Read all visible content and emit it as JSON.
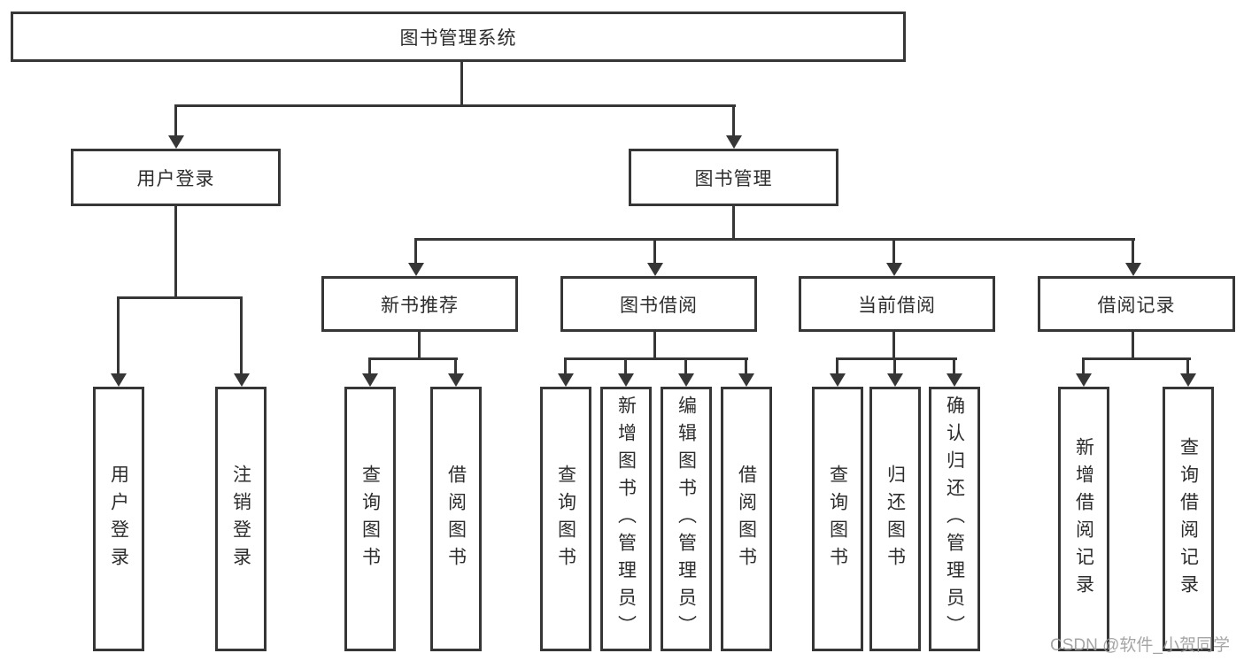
{
  "tree": {
    "root": {
      "label": "图书管理系统"
    },
    "branches": [
      {
        "label": "用户登录",
        "children": [
          {
            "label": "用户登录"
          },
          {
            "label": "注销登录"
          }
        ]
      },
      {
        "label": "图书管理",
        "groups": [
          {
            "label": "新书推荐",
            "children": [
              {
                "label": "查询图书"
              },
              {
                "label": "借阅图书"
              }
            ]
          },
          {
            "label": "图书借阅",
            "children": [
              {
                "label": "查询图书"
              },
              {
                "label": "新增图书（管理员）"
              },
              {
                "label": "编辑图书（管理员）"
              },
              {
                "label": "借阅图书"
              }
            ]
          },
          {
            "label": "当前借阅",
            "children": [
              {
                "label": "查询图书"
              },
              {
                "label": "归还图书"
              },
              {
                "label": "确认归还（管理员）"
              }
            ]
          },
          {
            "label": "借阅记录",
            "children": [
              {
                "label": "新增借阅记录"
              },
              {
                "label": "查询借阅记录"
              }
            ]
          }
        ]
      }
    ]
  },
  "watermark": {
    "text": "CSDN @软件_小贺同学"
  },
  "colors": {
    "ink": "#363636",
    "text": "#2d2d2d",
    "watermark": "#9c9c9c",
    "background": "#ffffff"
  }
}
